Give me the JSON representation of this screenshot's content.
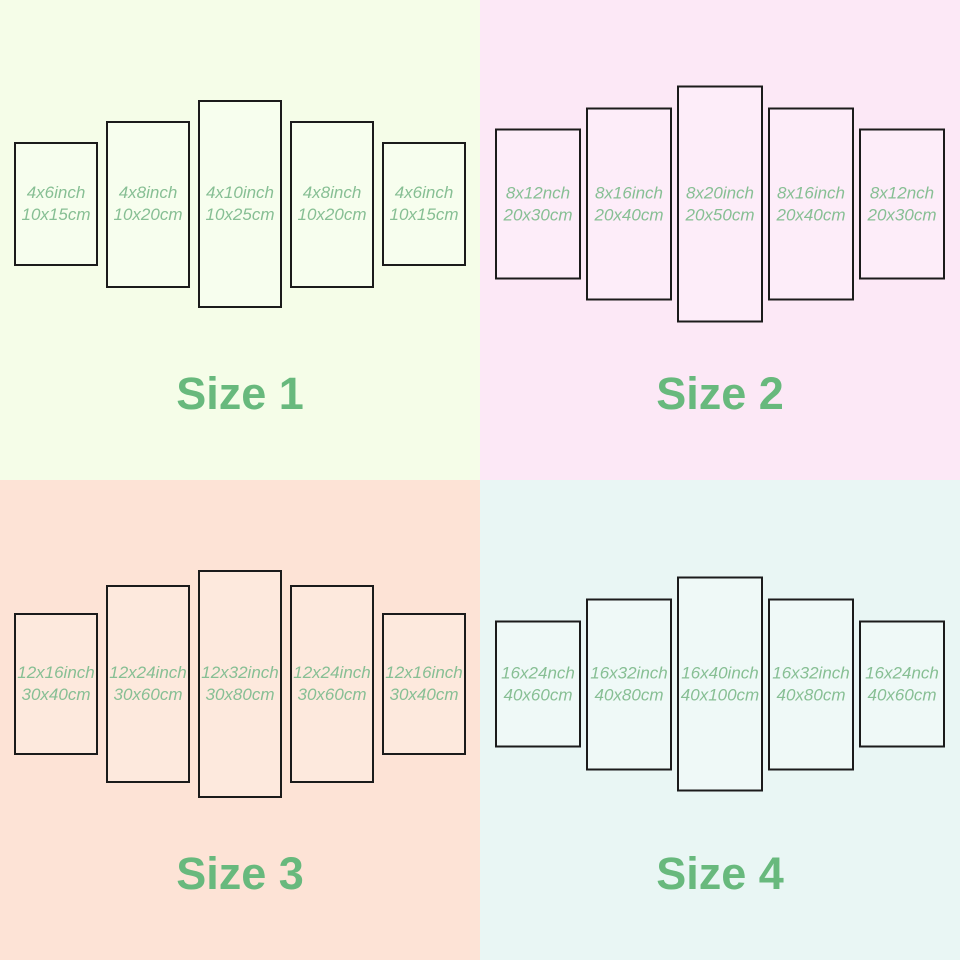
{
  "colors": {
    "q1-bg": "#f5fde8",
    "q1-panel": "#f7feee",
    "q2-bg": "#fce8f6",
    "q2-panel": "#fdedf9",
    "q3-bg": "#fde3d6",
    "q3-panel": "#fde9dd",
    "q4-bg": "#e9f6f4",
    "q4-panel": "#eff9f7",
    "title-green": "#68b97d",
    "label-green": "#87bf94",
    "border": "#1b1b1b"
  },
  "quadrants": [
    {
      "title": "Size 1",
      "panels": [
        {
          "inch": "4x6inch",
          "cm": "10x15cm"
        },
        {
          "inch": "4x8inch",
          "cm": "10x20cm"
        },
        {
          "inch": "4x10inch",
          "cm": "10x25cm"
        },
        {
          "inch": "4x8inch",
          "cm": "10x20cm"
        },
        {
          "inch": "4x6inch",
          "cm": "10x15cm"
        }
      ]
    },
    {
      "title": "Size 2",
      "panels": [
        {
          "inch": "8x12nch",
          "cm": "20x30cm"
        },
        {
          "inch": "8x16inch",
          "cm": "20x40cm"
        },
        {
          "inch": "8x20inch",
          "cm": "20x50cm"
        },
        {
          "inch": "8x16inch",
          "cm": "20x40cm"
        },
        {
          "inch": "8x12nch",
          "cm": "20x30cm"
        }
      ]
    },
    {
      "title": "Size 3",
      "panels": [
        {
          "inch": "12x16inch",
          "cm": "30x40cm"
        },
        {
          "inch": "12x24inch",
          "cm": "30x60cm"
        },
        {
          "inch": "12x32inch",
          "cm": "30x80cm"
        },
        {
          "inch": "12x24inch",
          "cm": "30x60cm"
        },
        {
          "inch": "12x16inch",
          "cm": "30x40cm"
        }
      ]
    },
    {
      "title": "Size 4",
      "panels": [
        {
          "inch": "16x24nch",
          "cm": "40x60cm"
        },
        {
          "inch": "16x32inch",
          "cm": "40x80cm"
        },
        {
          "inch": "16x40inch",
          "cm": "40x100cm"
        },
        {
          "inch": "16x32inch",
          "cm": "40x80cm"
        },
        {
          "inch": "16x24nch",
          "cm": "40x60cm"
        }
      ]
    }
  ]
}
